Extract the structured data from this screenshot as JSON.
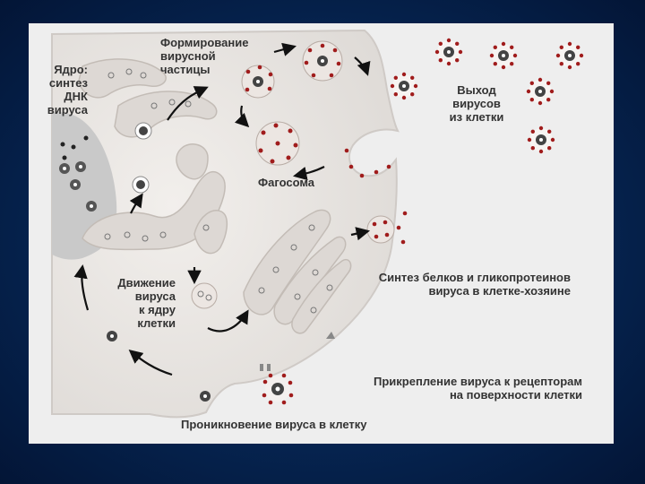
{
  "colors": {
    "background": "#062552",
    "panel": "#eeeeee",
    "cell": "#ece9e6",
    "nucleus": "#c9c9c9",
    "organelle": "#ddd8d4",
    "virus_dot": "#a01c1c",
    "arrow": "#111111",
    "text": "#333333"
  },
  "labels": {
    "nucleus": "Ядро:\nсинтез\nДНК\nвируса",
    "assembly": "Формирование\nвирусной\nчастицы",
    "exit": "Выход\nвирусов\nиз клетки",
    "phagosome": "Фагосома",
    "movement": "Движение\nвируса\nк ядру\nклетки",
    "synthesis": "Синтез белков и гликопротеинов\nвируса в клетке-хозяине",
    "attachment": "Прикрепление вируса к рецепторам\nна поверхности клетки",
    "penetration": "Проникновение вируса в клетку"
  },
  "icons": {
    "virus": "virus-particle-icon",
    "arrow": "process-arrow-icon"
  }
}
